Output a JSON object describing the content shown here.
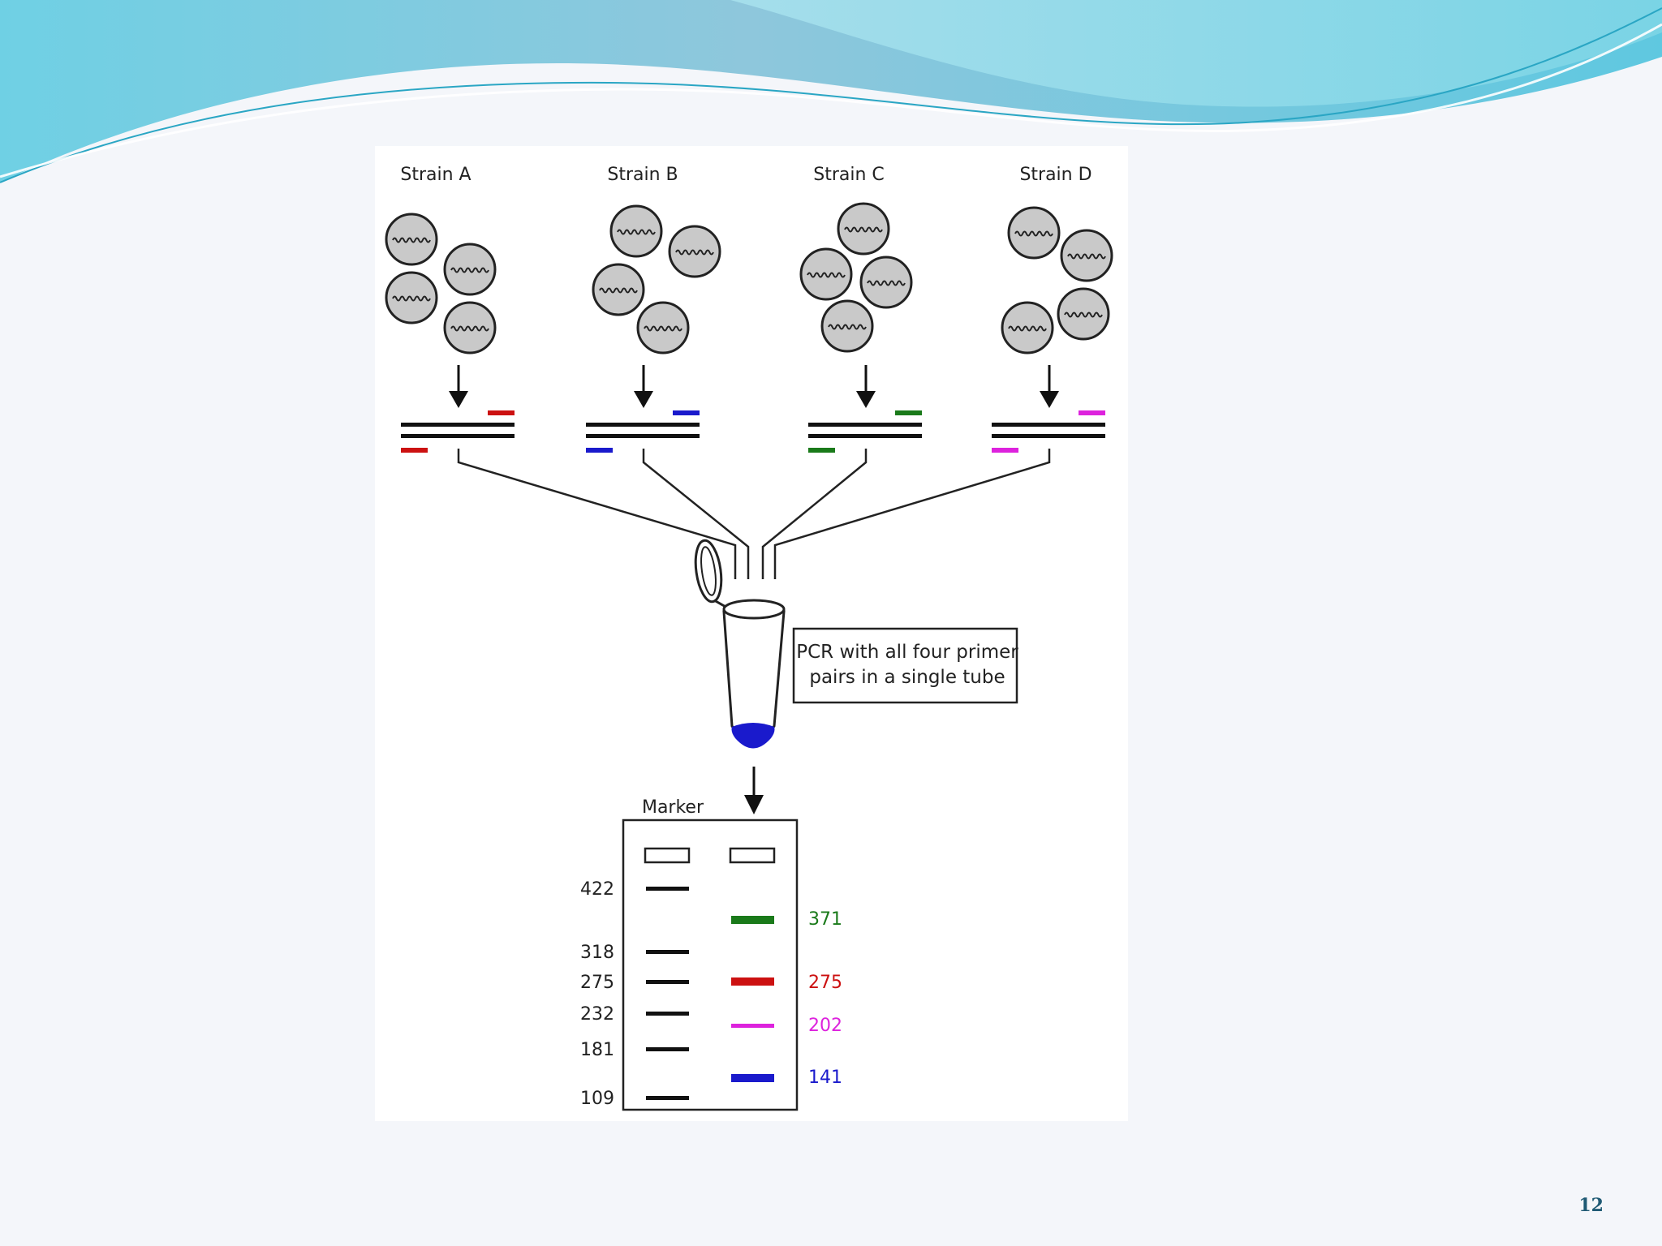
{
  "strains": [
    {
      "label": "Strain A",
      "primer_color": "#cc1111"
    },
    {
      "label": "Strain B",
      "primer_color": "#1a1acc"
    },
    {
      "label": "Strain C",
      "primer_color": "#1a7a1a"
    },
    {
      "label": "Strain D",
      "primer_color": "#dd22dd"
    }
  ],
  "pcr_box": {
    "line1": "PCR with all four primer",
    "line2": "pairs in a single tube"
  },
  "tube_liquid_color": "#1a1acc",
  "gel": {
    "marker_label": "Marker",
    "marker_bands": [
      "422",
      "318",
      "275",
      "232",
      "181",
      "109"
    ],
    "sample_bands": [
      {
        "label": "371",
        "color": "#1a7a1a"
      },
      {
        "label": "275",
        "color": "#cc1111"
      },
      {
        "label": "202",
        "color": "#dd22dd"
      },
      {
        "label": "141",
        "color": "#1a1acc"
      }
    ]
  },
  "page_number": "12"
}
